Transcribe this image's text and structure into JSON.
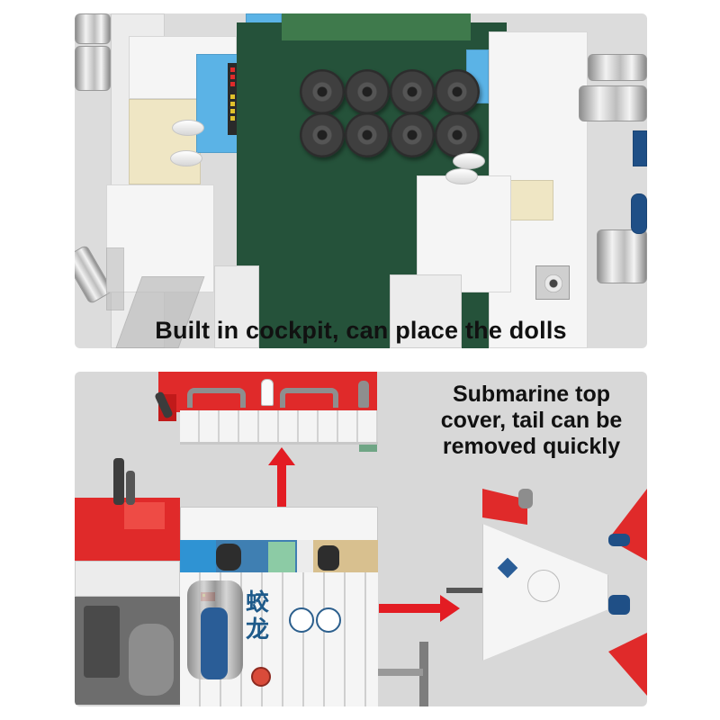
{
  "panels": [
    {
      "id": "cockpit",
      "caption": "Built in cockpit, can place the dolls",
      "subject": "Interior cockpit of white building-block submarine with green cavity and eight black wheel seats"
    },
    {
      "id": "disassembly",
      "caption_lines": [
        "Submarine top",
        "cover, tail can be",
        "removed quickly"
      ],
      "subject": "Red and white building-block submarine with removable top cover and tail section",
      "hull_text": "蛟龙"
    }
  ],
  "icons": {
    "up_arrow": "arrow-up-icon",
    "right_arrow": "arrow-right-icon",
    "flag": "china-flag-icon"
  },
  "colors": {
    "accent_red": "#e31c23",
    "cockpit_green": "#25523a",
    "hull_white": "#ececec",
    "emblem_blue": "#1e5a8a",
    "caption_text": "#111111"
  }
}
